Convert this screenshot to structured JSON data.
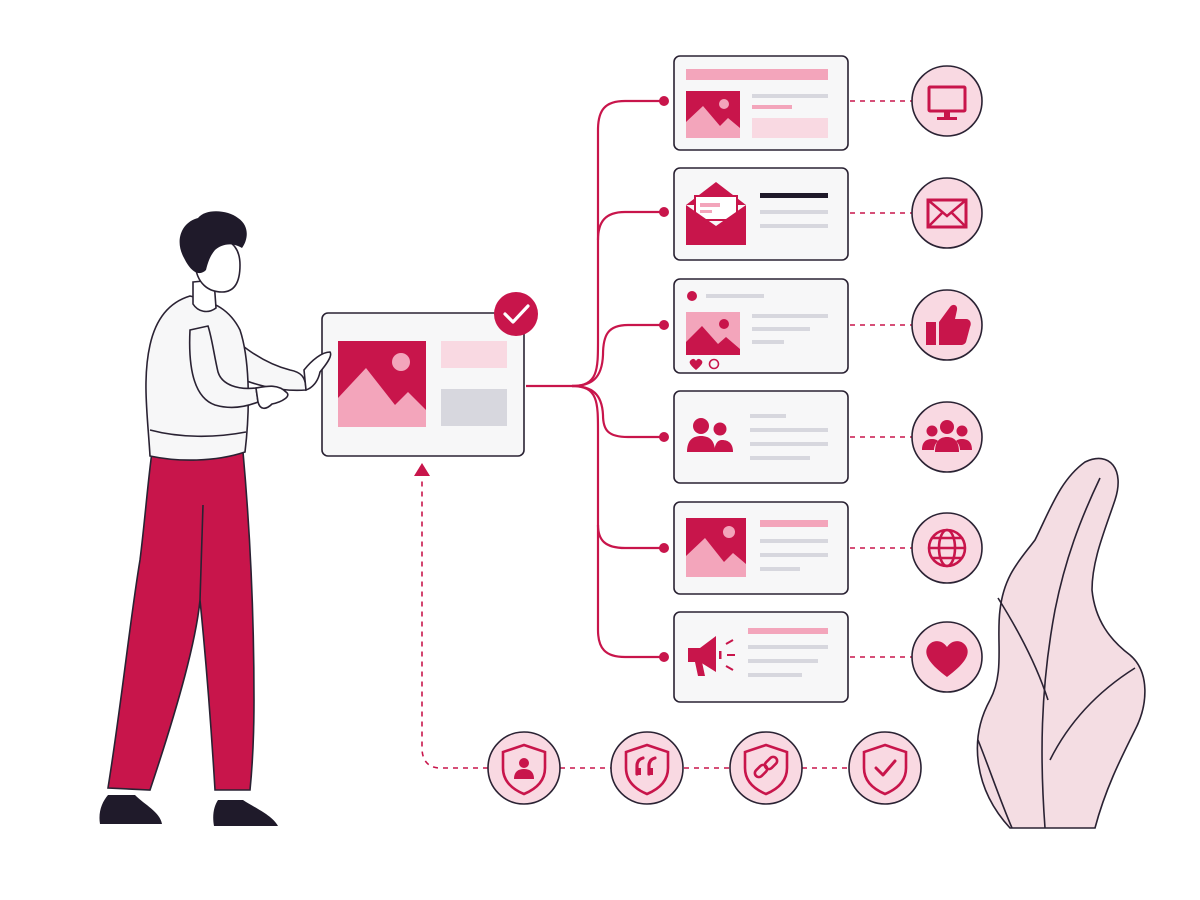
{
  "colors": {
    "accent": "#c8154b",
    "accent_light": "#f3a5bb",
    "accent_pale": "#f9d9e2",
    "grey": "#d7d7de",
    "ink": "#1f1a2a",
    "card_bg": "#f7f7f8",
    "plant": "#f4dde3"
  },
  "source_card": {
    "icon": "landscape-image-icon",
    "status_icon": "check-badge-icon"
  },
  "channels": [
    {
      "name": "website",
      "content_icon": "landscape-image-icon",
      "channel_icon": "monitor-icon"
    },
    {
      "name": "email",
      "content_icon": "open-envelope-icon",
      "channel_icon": "envelope-icon"
    },
    {
      "name": "social-post",
      "content_icon": "social-post-image-icon",
      "channel_icon": "thumbs-up-icon"
    },
    {
      "name": "community",
      "content_icon": "users-icon",
      "channel_icon": "group-icon"
    },
    {
      "name": "web-page",
      "content_icon": "landscape-image-icon",
      "channel_icon": "globe-icon"
    },
    {
      "name": "advertising",
      "content_icon": "megaphone-icon",
      "channel_icon": "heart-icon"
    }
  ],
  "shields": [
    {
      "name": "user-shield",
      "icon": "user-shield-icon"
    },
    {
      "name": "quote-shield",
      "icon": "quote-shield-icon"
    },
    {
      "name": "link-shield",
      "icon": "link-shield-icon"
    },
    {
      "name": "check-shield",
      "icon": "check-shield-icon"
    }
  ]
}
